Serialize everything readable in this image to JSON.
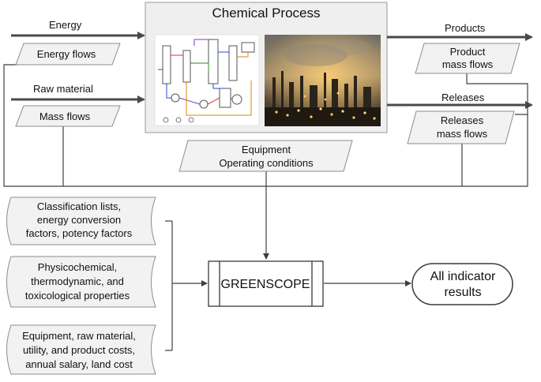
{
  "process": {
    "title": "Chemical Process",
    "panel_left": "process-flow-schematic",
    "panel_right": "refinery-photo"
  },
  "inputs": {
    "energy_label": "Energy",
    "energy_flows": "Energy flows",
    "raw_material_label": "Raw material",
    "mass_flows": "Mass flows"
  },
  "outputs": {
    "products_label": "Products",
    "product_mass_flows": [
      "Product",
      "mass flows"
    ],
    "releases_label": "Releases",
    "releases_mass_flows": [
      "Releases",
      "mass flows"
    ]
  },
  "equipment": [
    "Equipment",
    "Operating conditions"
  ],
  "data_sources": [
    [
      "Classification lists,",
      "energy conversion",
      "factors, potency factors"
    ],
    [
      "Physicochemical,",
      "thermodynamic, and",
      "toxicological properties"
    ],
    [
      "Equipment, raw material,",
      "utility, and product costs,",
      "annual salary, land cost"
    ]
  ],
  "tool": "GREENSCOPE",
  "result": [
    "All indicator",
    "results"
  ],
  "colors": {
    "line": "#3f3f3f",
    "arrow": "#4a4a4a",
    "box_fill": "#f2f2f2",
    "box_stroke": "#8c8c8c",
    "process_fill": "#efefef"
  }
}
